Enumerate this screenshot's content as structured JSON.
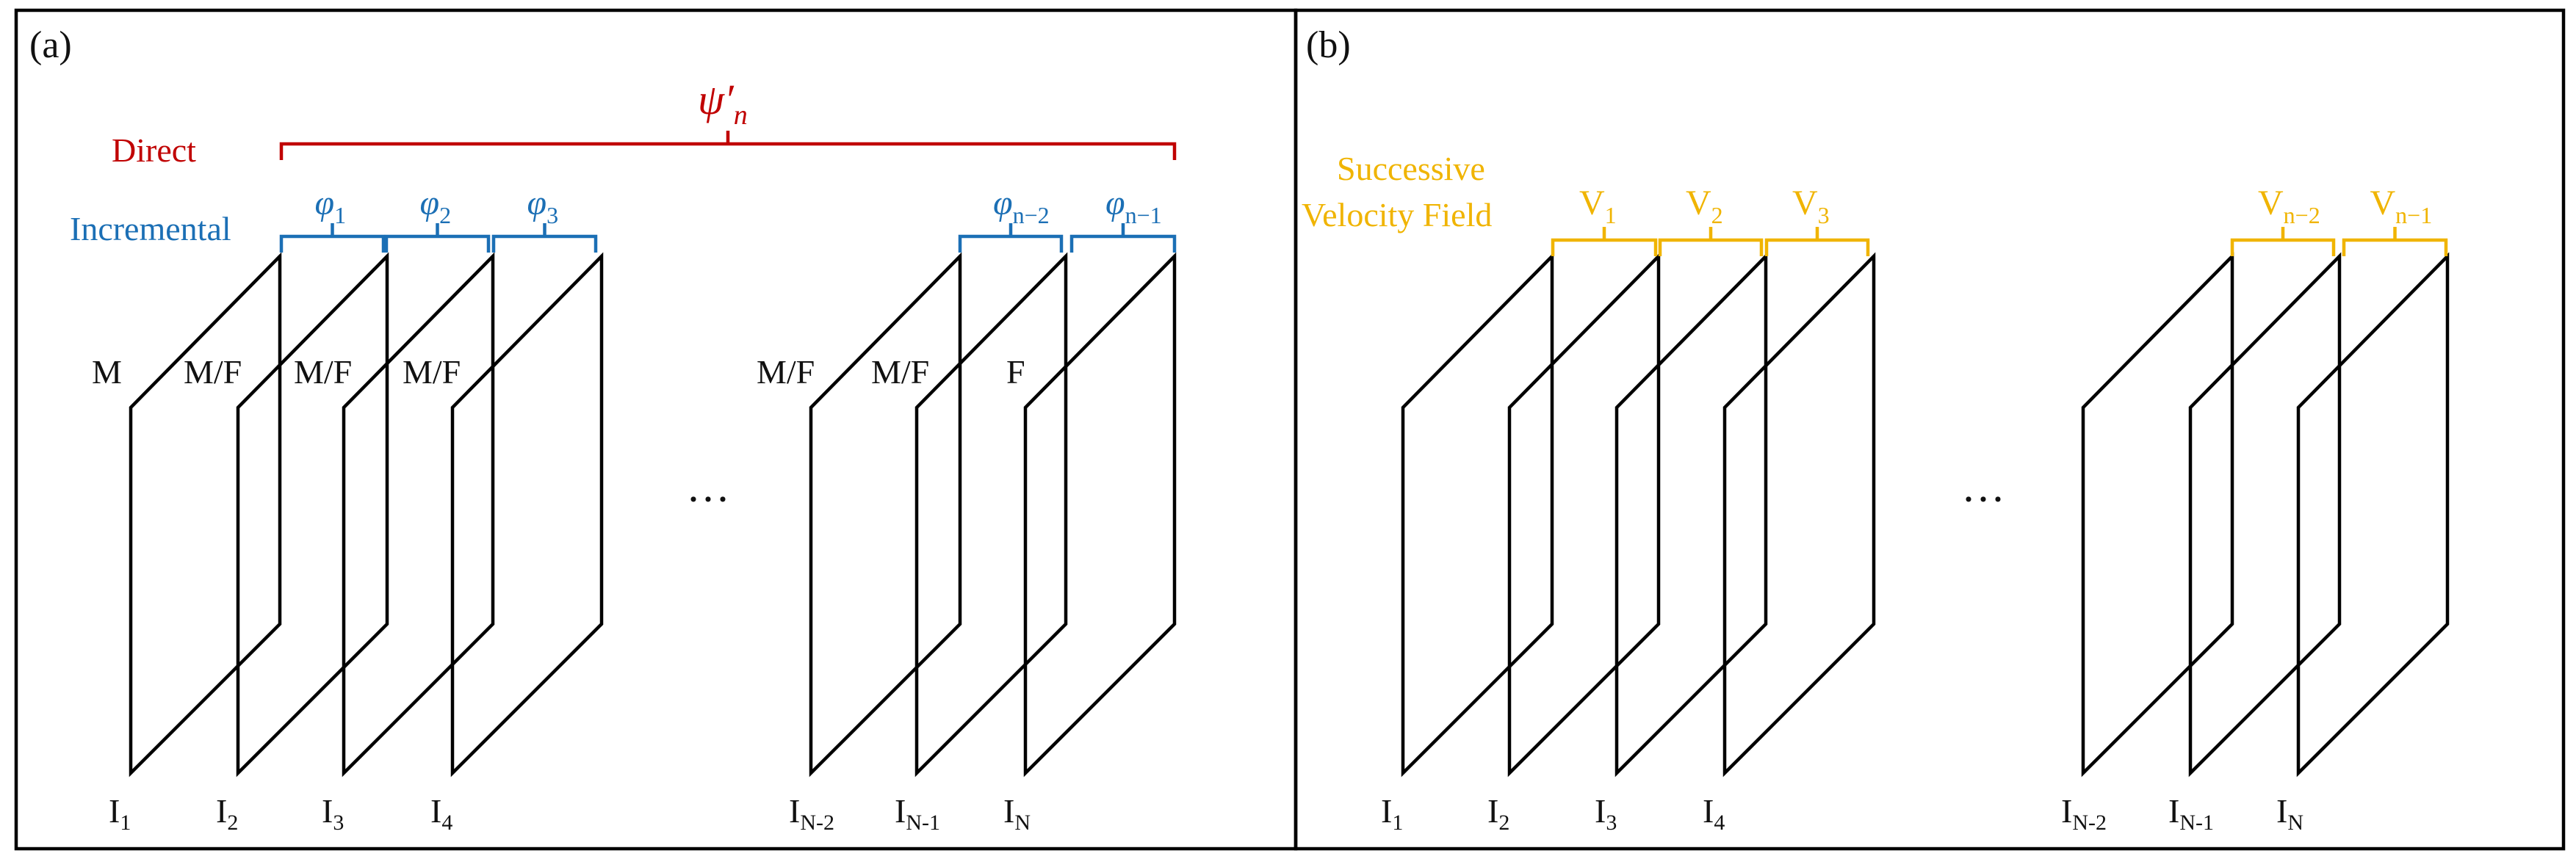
{
  "colors": {
    "direct": "#c00000",
    "incremental": "#1b6fb5",
    "velocity": "#f0b400",
    "frame": "#000000"
  },
  "panel_a": {
    "label": "(a)",
    "direct_label": "Direct",
    "direct_symbol": "ψ′",
    "direct_symbol_sub": "n",
    "incremental_label": "Incremental",
    "phi_symbol": "φ",
    "phi_subs": [
      "1",
      "2",
      "3",
      "n−2",
      "n−1"
    ],
    "plane_roles": [
      "M",
      "M/F",
      "M/F",
      "M/F",
      "M/F",
      "M/F",
      "F"
    ],
    "image_letter": "I",
    "image_subs": [
      "1",
      "2",
      "3",
      "4",
      "N-2",
      "N-1",
      "N"
    ],
    "ellipsis": "···"
  },
  "panel_b": {
    "label": "(b)",
    "velocity_label_line1": "Successive",
    "velocity_label_line2": "Velocity Field",
    "v_letter": "V",
    "v_subs": [
      "1",
      "2",
      "3",
      "n−2",
      "n−1"
    ],
    "image_letter": "I",
    "image_subs": [
      "1",
      "2",
      "3",
      "4",
      "N-2",
      "N-1",
      "N"
    ],
    "ellipsis": "···"
  }
}
